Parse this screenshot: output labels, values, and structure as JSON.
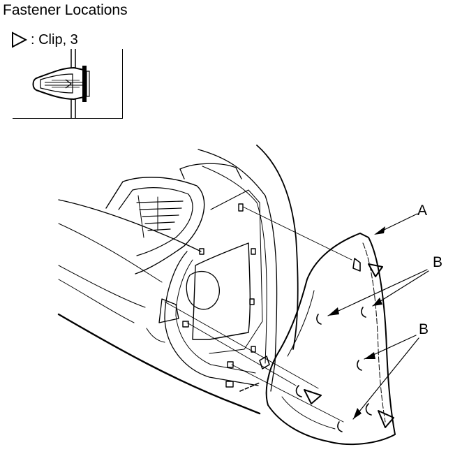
{
  "title": "Fastener Locations",
  "legend": {
    "symbol": "triangle-clip-icon",
    "text": ": Clip, 3"
  },
  "callouts": {
    "a": "A",
    "b1": "B",
    "b2": "B"
  }
}
